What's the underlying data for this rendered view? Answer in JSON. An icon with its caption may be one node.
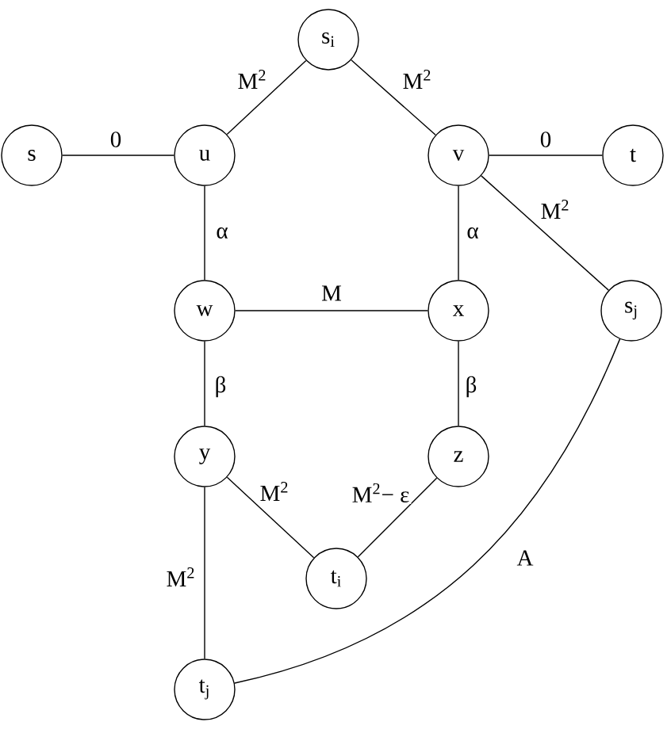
{
  "diagram": {
    "nodes": [
      {
        "text": [
          "s$_{i}$"
        ]
      },
      {
        "text": [
          "s"
        ]
      },
      {
        "text": [
          "u"
        ]
      },
      {
        "text": [
          "v"
        ]
      },
      {
        "text": [
          "t"
        ]
      },
      {
        "text": [
          "w"
        ]
      },
      {
        "text": [
          "x"
        ]
      },
      {
        "text": [
          "s$_{j}$"
        ]
      },
      {
        "text": [
          "y"
        ]
      },
      {
        "text": [
          "z"
        ]
      },
      {
        "text": [
          "t$_{i}$"
        ]
      },
      {
        "text": [
          "t$_{j}$"
        ]
      }
    ],
    "edges": [
      {
        "from": 1,
        "to": 2,
        "arrow": "none",
        "label": "0"
      },
      {
        "from": 2,
        "to": 0,
        "arrow": "none",
        "label": "M$^{2}$"
      },
      {
        "from": 0,
        "to": 3,
        "arrow": "none",
        "label": "M$^{2}$"
      },
      {
        "from": 3,
        "to": 4,
        "arrow": "none",
        "label": "0"
      },
      {
        "from": 2,
        "to": 5,
        "arrow": "none",
        "label": "α"
      },
      {
        "from": 3,
        "to": 6,
        "arrow": "none",
        "label": "α"
      },
      {
        "from": 3,
        "to": 7,
        "arrow": "none",
        "label": "M$^{2}$"
      },
      {
        "from": 5,
        "to": 6,
        "arrow": "none",
        "label": "M"
      },
      {
        "from": 5,
        "to": 8,
        "arrow": "none",
        "label": "β"
      },
      {
        "from": 6,
        "to": 9,
        "arrow": "none",
        "label": "β"
      },
      {
        "from": 8,
        "to": 10,
        "arrow": "none",
        "label": "M$^{2}$"
      },
      {
        "from": 9,
        "to": 10,
        "arrow": "none",
        "label": "M$^{2}$− ε"
      },
      {
        "from": 8,
        "to": 11,
        "arrow": "none",
        "label": "M$^{2}$"
      },
      {
        "from": 7,
        "to": 11,
        "arrow": "none",
        "label": "A"
      }
    ]
  }
}
